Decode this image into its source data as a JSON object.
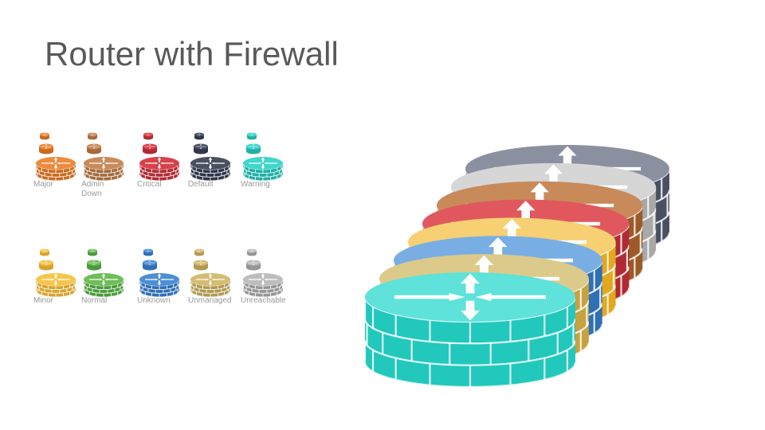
{
  "slide": {
    "title": "Router with Firewall"
  },
  "legend_row_1": [
    {
      "label": "Major",
      "color": "#ee8a3c",
      "dark": "#c86a20"
    },
    {
      "label": "Admin\nDown",
      "color": "#c98a5a",
      "dark": "#a56a3c"
    },
    {
      "label": "Critical",
      "color": "#d9404a",
      "dark": "#b02a33"
    },
    {
      "label": "Default",
      "color": "#4a5062",
      "dark": "#30354a"
    },
    {
      "label": "Warning",
      "color": "#3fd6cc",
      "dark": "#20b0a6"
    }
  ],
  "legend_row_2": [
    {
      "label": "Minor",
      "color": "#f6c64c",
      "dark": "#d9a42c"
    },
    {
      "label": "Normal",
      "color": "#6fbe5a",
      "dark": "#4c9a3c"
    },
    {
      "label": "Unknown",
      "color": "#4d8fd6",
      "dark": "#2f6fb4"
    },
    {
      "label": "Unmanaged",
      "color": "#d4bc72",
      "dark": "#b09a52"
    },
    {
      "label": "Unreachable",
      "color": "#bdbdbd",
      "dark": "#969696"
    }
  ],
  "big_stack": [
    {
      "status": "Default",
      "top": "#8b90a0",
      "side": "#4a5062"
    },
    {
      "status": "Unreachable",
      "top": "#d6d6d6",
      "side": "#a8a8a8"
    },
    {
      "status": "Admin Down",
      "top": "#c98a5a",
      "side": "#9c5a26"
    },
    {
      "status": "Critical",
      "top": "#e0585e",
      "side": "#b02a33"
    },
    {
      "status": "Minor",
      "top": "#f6d072",
      "side": "#e3a81e"
    },
    {
      "status": "Unknown",
      "top": "#79aee4",
      "side": "#2f6fb4"
    },
    {
      "status": "Unmanaged",
      "top": "#dcca8a",
      "side": "#c6a240"
    },
    {
      "status": "Warning",
      "top": "#5ee2da",
      "side": "#22c8bc"
    }
  ]
}
